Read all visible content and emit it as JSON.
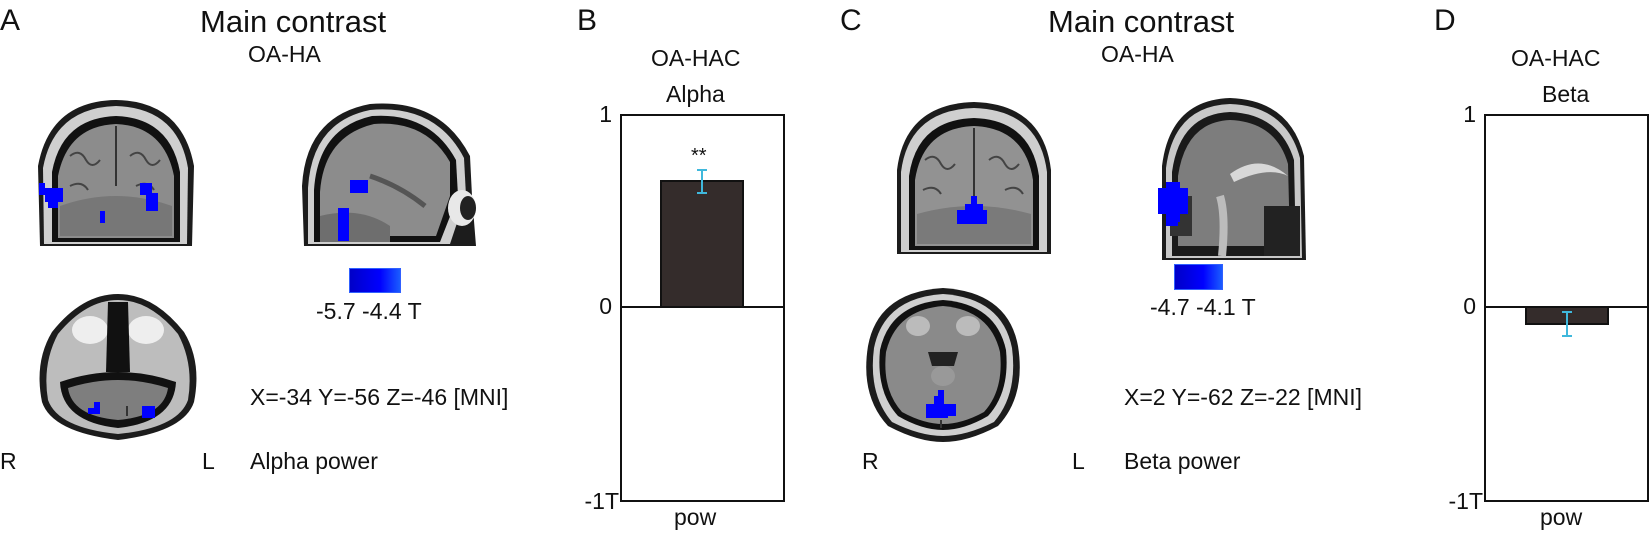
{
  "panels": {
    "A": {
      "letter": "A",
      "title": "Main contrast",
      "subtitle": "OA-HA",
      "colorbar": {
        "min_label": "-5.7",
        "max_label": "-4.4",
        "unit": "T",
        "colors": [
          "#0000c8",
          "#1a5cff"
        ]
      },
      "coordinates": "X=-34 Y=-56 Z=-46 [MNI]",
      "band_label": "Alpha power",
      "orientation": {
        "right": "R",
        "left": "L"
      },
      "views": [
        "coronal",
        "sagittal",
        "axial"
      ]
    },
    "B": {
      "letter": "B",
      "title": "OA-HAC",
      "subtitle": "Alpha",
      "y_ticks": [
        "1",
        "0",
        "-1T"
      ],
      "x_label": "pow",
      "significance": "**"
    },
    "C": {
      "letter": "C",
      "title": "Main contrast",
      "subtitle": "OA-HA",
      "colorbar": {
        "min_label": "-4.7",
        "max_label": "-4.1",
        "unit": "T",
        "colors": [
          "#0000c8",
          "#1a5cff"
        ]
      },
      "coordinates": "X=2 Y=-62 Z=-22 [MNI]",
      "band_label": "Beta power",
      "orientation": {
        "right": "R",
        "left": "L"
      },
      "views": [
        "coronal",
        "sagittal",
        "axial"
      ]
    },
    "D": {
      "letter": "D",
      "title": "OA-HAC",
      "subtitle": "Beta",
      "y_ticks": [
        "1",
        "0",
        "-1T"
      ],
      "x_label": "pow"
    }
  },
  "colors": {
    "bar_fill": "#342c2b",
    "error_bar": "#3fb8dc",
    "cluster_blue": "#0000ff"
  },
  "chart_data": [
    {
      "type": "bar",
      "panel": "B",
      "title": "OA-HAC",
      "subtitle": "Alpha",
      "categories": [
        "pow"
      ],
      "values": [
        0.66
      ],
      "error": [
        0.06
      ],
      "annotations": [
        "**"
      ],
      "xlabel": "",
      "ylabel": "T",
      "ylim": [
        -1,
        1
      ],
      "y_tick_labels": [
        "1",
        "0",
        "-1T"
      ],
      "grid": false
    },
    {
      "type": "bar",
      "panel": "D",
      "title": "OA-HAC",
      "subtitle": "Beta",
      "categories": [
        "pow"
      ],
      "values": [
        -0.09
      ],
      "error": [
        0.06
      ],
      "annotations": [],
      "xlabel": "",
      "ylabel": "T",
      "ylim": [
        -1,
        1
      ],
      "y_tick_labels": [
        "1",
        "0",
        "-1T"
      ],
      "grid": false
    }
  ]
}
